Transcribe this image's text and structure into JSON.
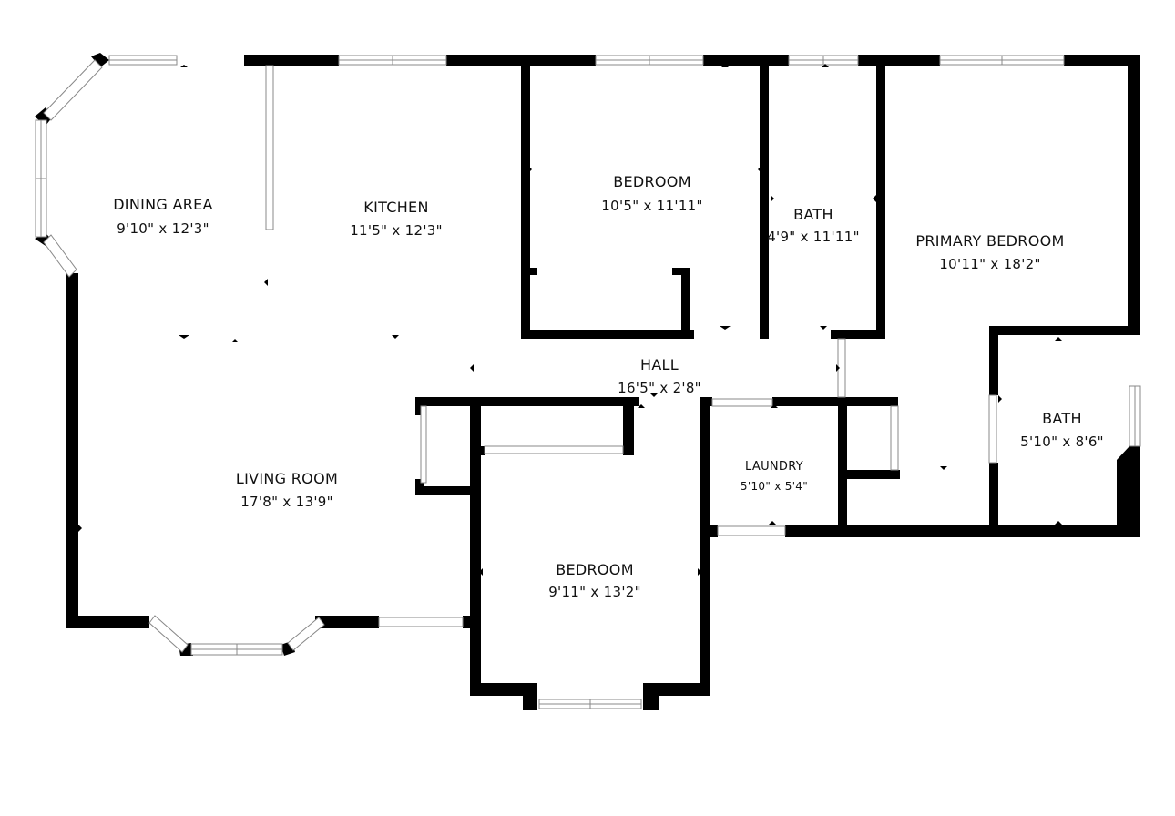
{
  "rooms": [
    {
      "id": "dining-area",
      "name": "DINING AREA",
      "dims": "9'10\" x 12'3\""
    },
    {
      "id": "kitchen",
      "name": "KITCHEN",
      "dims": "11'5\" x 12'3\""
    },
    {
      "id": "bedroom-1",
      "name": "BEDROOM",
      "dims": "10'5\" x 11'11\""
    },
    {
      "id": "bath-1",
      "name": "BATH",
      "dims": "4'9\" x 11'11\""
    },
    {
      "id": "primary-bedroom",
      "name": "PRIMARY BEDROOM",
      "dims": "10'11\" x 18'2\""
    },
    {
      "id": "hall",
      "name": "HALL",
      "dims": "16'5\" x 2'8\""
    },
    {
      "id": "living-room",
      "name": "LIVING ROOM",
      "dims": "17'8\" x 13'9\""
    },
    {
      "id": "laundry",
      "name": "LAUNDRY",
      "dims": "5'10\" x 5'4\""
    },
    {
      "id": "bath-2",
      "name": "BATH",
      "dims": "5'10\" x 8'6\""
    },
    {
      "id": "bedroom-2",
      "name": "BEDROOM",
      "dims": "9'11\" x 13'2\""
    }
  ],
  "colors": {
    "wall": "#000000",
    "background": "#ffffff",
    "window": "#888888"
  }
}
